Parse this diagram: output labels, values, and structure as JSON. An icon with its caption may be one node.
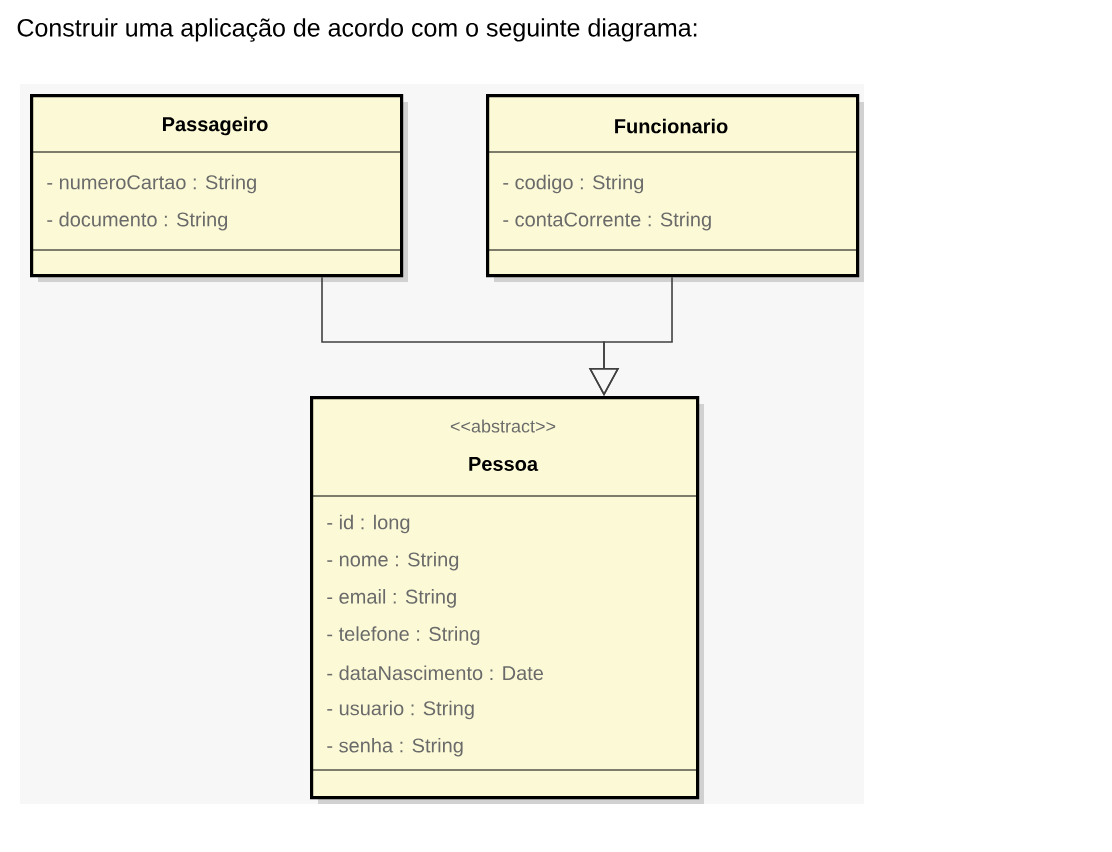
{
  "diagram": {
    "title": "Construir uma aplicação de acordo com o seguinte diagrama:",
    "nodes": [
      {
        "text": [
          "Passageiro",
          "- numeroCartao : String",
          "- documento : String"
        ]
      },
      {
        "text": [
          "Funcionario",
          "- codigo : String",
          "- contaCorrente : String"
        ]
      },
      {
        "text": [
          "<<abstract>>",
          "Pessoa",
          "- id : long",
          "- nome : String",
          "- email : String",
          "- telefone : String",
          "- dataNascimento : Date",
          "- usuario : String",
          "- senha : String"
        ]
      }
    ],
    "edges": [
      {
        "from": 0,
        "to": 2,
        "arrow": "to"
      },
      {
        "from": 1,
        "to": 2,
        "arrow": "to"
      }
    ]
  }
}
